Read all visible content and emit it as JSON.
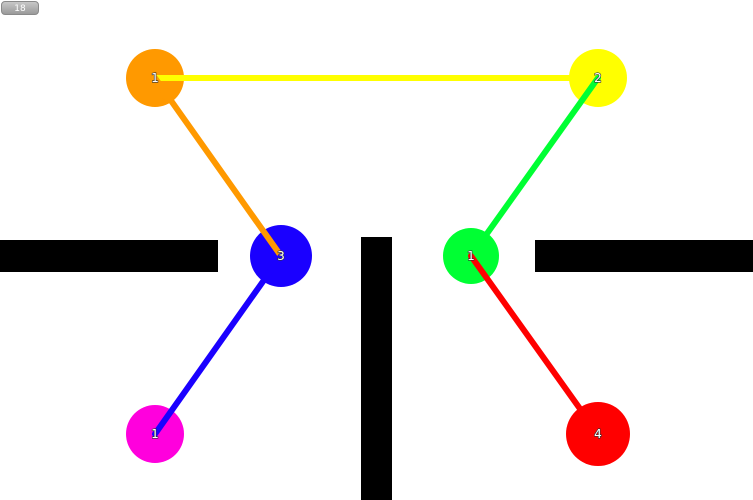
{
  "counter": "18",
  "nodes": [
    {
      "id": "orange",
      "label": "1",
      "color": "#ff9900"
    },
    {
      "id": "yellow",
      "label": "2",
      "color": "#ffff00"
    },
    {
      "id": "blue",
      "label": "3",
      "color": "#1a00ff"
    },
    {
      "id": "green",
      "label": "1",
      "color": "#00ff33"
    },
    {
      "id": "magenta",
      "label": "1",
      "color": "#ff00dd"
    },
    {
      "id": "red",
      "label": "4",
      "color": "#ff0000"
    }
  ],
  "links": [
    {
      "from": "orange",
      "to": "yellow",
      "color": "#ffff00"
    },
    {
      "from": "blue",
      "to": "orange",
      "color": "#ff9900"
    },
    {
      "from": "green",
      "to": "yellow",
      "color": "#00ff33"
    },
    {
      "from": "magenta",
      "to": "blue",
      "color": "#1a00ff"
    },
    {
      "from": "green",
      "to": "red",
      "color": "#ff0000"
    }
  ]
}
